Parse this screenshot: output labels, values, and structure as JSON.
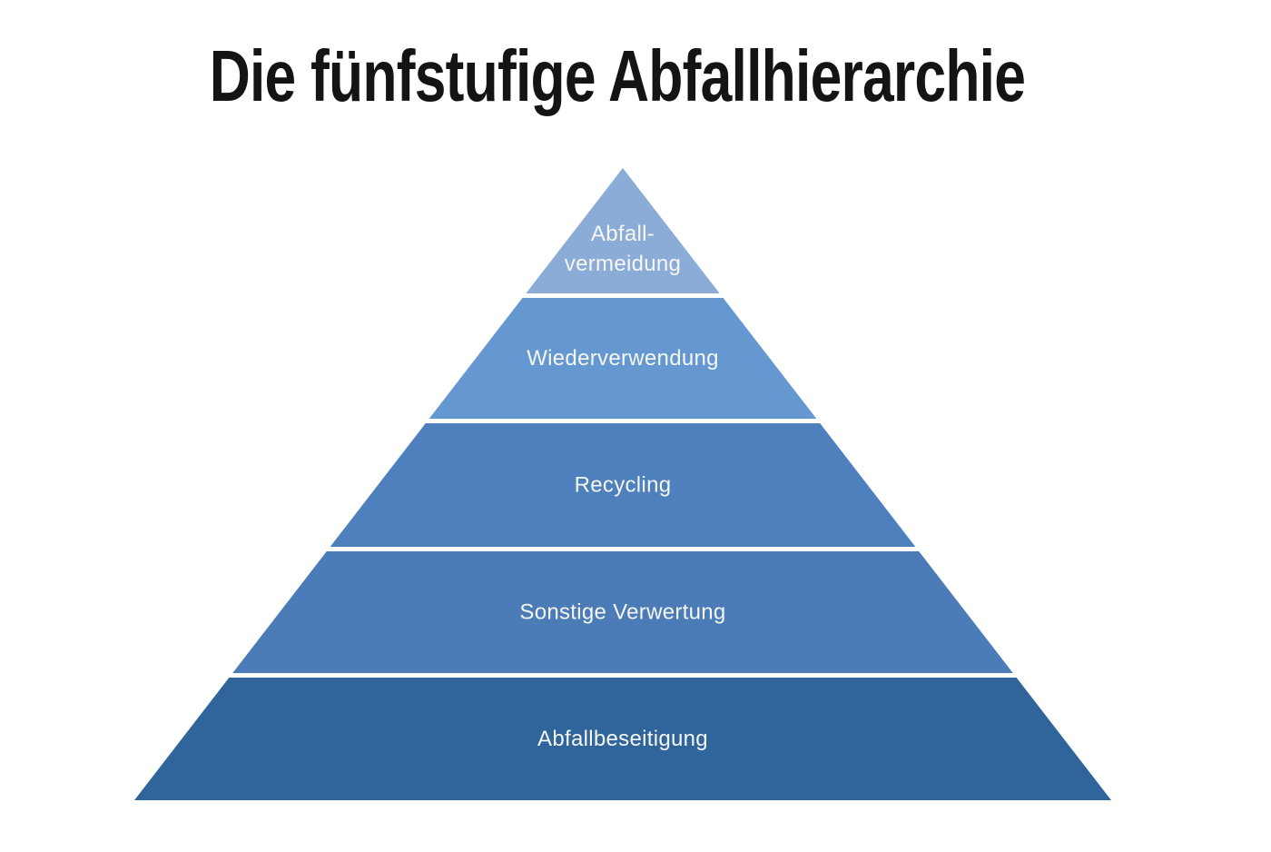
{
  "title": "Die fünfstufige Abfallhierarchie",
  "colors": {
    "background": "#ffffff",
    "title_text": "#141414",
    "label_text": "#f6f7f2",
    "separator": "#ffffff"
  },
  "diagram": {
    "type": "pyramid",
    "level_count": 5,
    "levels": [
      {
        "id": "abfallvermeidung",
        "lines": [
          "Abfall-",
          "vermeidung"
        ],
        "color": "#8bacd7"
      },
      {
        "id": "wiederverwendung",
        "lines": [
          "Wiederverwendung"
        ],
        "color": "#6598d0"
      },
      {
        "id": "recycling",
        "lines": [
          "Recycling"
        ],
        "color": "#4e80bd"
      },
      {
        "id": "sonstige-verwertung",
        "lines": [
          "Sonstige Verwertung"
        ],
        "color": "#4b7cb8"
      },
      {
        "id": "abfallbeseitigung",
        "lines": [
          "Abfallbeseitigung"
        ],
        "color": "#2f659b"
      }
    ]
  }
}
